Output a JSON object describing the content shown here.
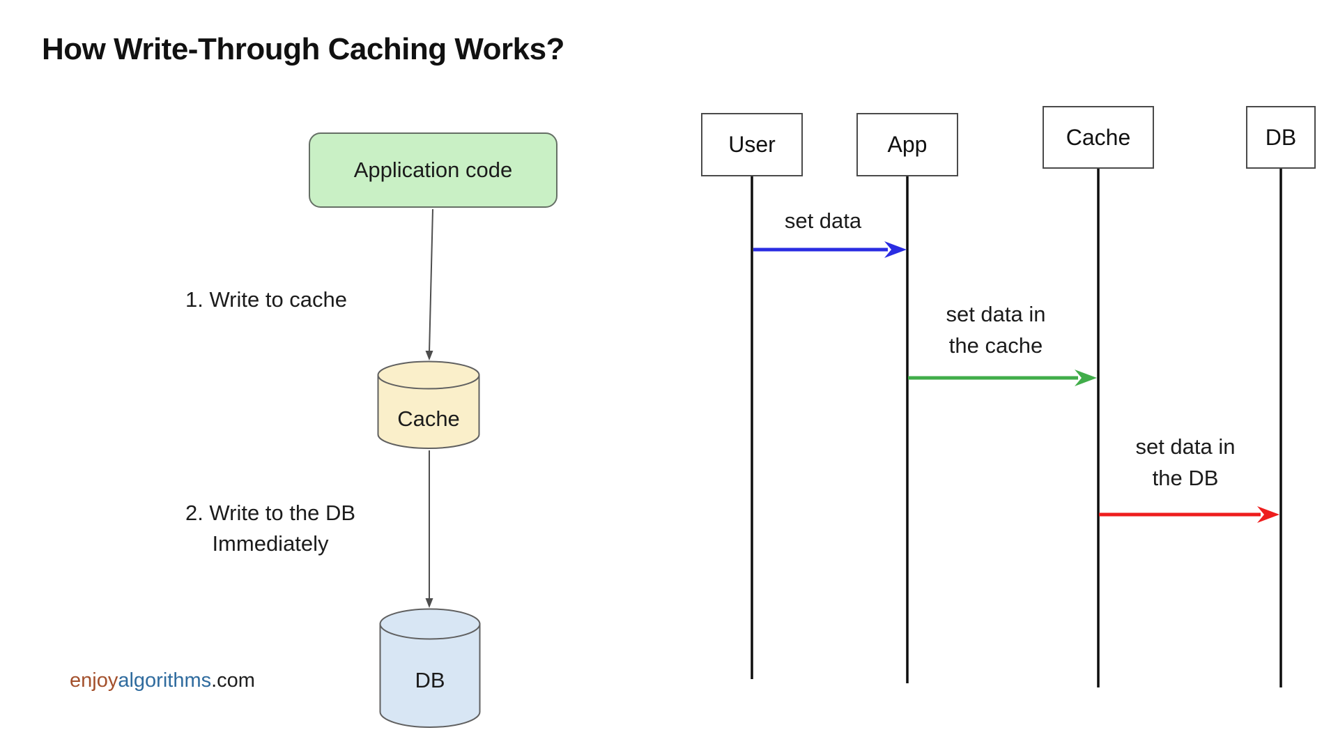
{
  "title": "How Write-Through Caching Works?",
  "flowchart": {
    "app_code": "Application code",
    "step1": "1. Write to cache",
    "step2": "2. Write to the DB\nImmediately",
    "cache": "Cache",
    "db": "DB"
  },
  "sequence": {
    "actors": [
      {
        "label": "User"
      },
      {
        "label": "App"
      },
      {
        "label": "Cache"
      },
      {
        "label": "DB"
      }
    ],
    "messages": [
      {
        "from": "User",
        "to": "App",
        "label": "set data",
        "color": "#2a2ce2"
      },
      {
        "from": "App",
        "to": "Cache",
        "label": "set data in\nthe cache",
        "color": "#41ad4a"
      },
      {
        "from": "Cache",
        "to": "DB",
        "label": "set data in\nthe DB",
        "color": "#ee1d1d"
      }
    ]
  },
  "watermark": {
    "part1": "enjoy",
    "part2": "algorithms",
    "part3": ".com"
  },
  "colors": {
    "app_code_fill": "#c9f0c5",
    "app_code_border": "#656f65",
    "cache_fill": "#faefca",
    "db_fill": "#d8e6f4",
    "cylinder_border": "#606060",
    "lifeline": "#0d0d0d",
    "flow_arrow": "#4d4d4d",
    "message_blue": "#2a2ce2",
    "message_green": "#41ad4a",
    "message_red": "#ee1d1d",
    "watermark_enjoy": "#a3502c",
    "watermark_algorithms": "#2f6b9e",
    "background": "#ffffff"
  }
}
